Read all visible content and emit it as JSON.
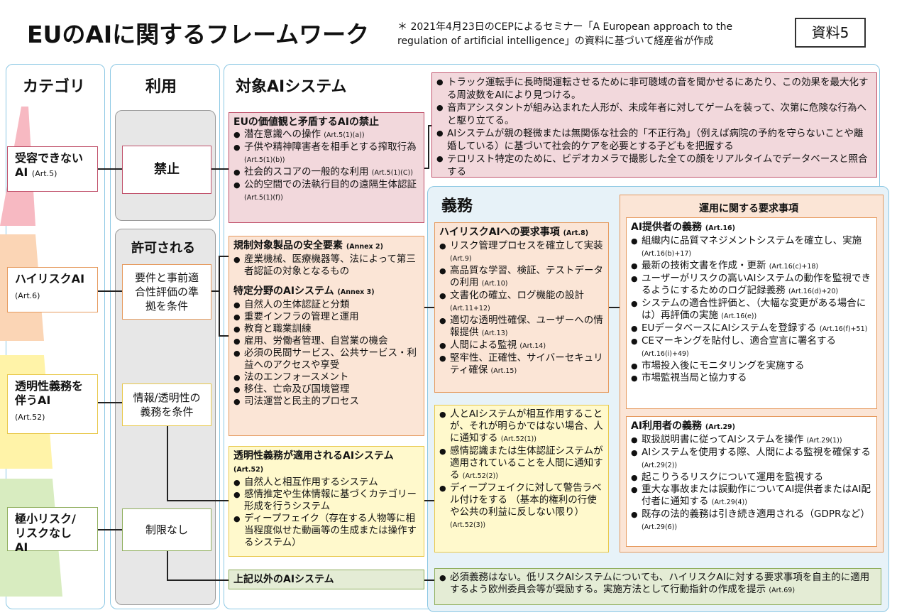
{
  "header": {
    "title": "EUのAIに関するフレームワーク",
    "note": "＊ 2021年4月23日のCEPによるセミナー「A European approach to the regulation of artificial intelligence」の資料に基づいて経産省が作成",
    "badge": "資料5"
  },
  "columns": {
    "category": "カテゴリ",
    "usage": "利用",
    "target": "対象AIシステム",
    "duty": "義務"
  },
  "categories": [
    {
      "label": "受容できないAI",
      "art": "(Art.5)"
    },
    {
      "label": "ハイリスクAI",
      "art": "(Art.6)"
    },
    {
      "label": "透明性義務を伴うAI",
      "art": "(Art.52)"
    },
    {
      "label": "極小リスク/リスクなしAI"
    }
  ],
  "usage": {
    "ban": "禁止",
    "permitted": "許可される",
    "cond1": "要件と事前適合性評価の準拠を条件",
    "cond2": "情報/透明性の義務を条件",
    "none": "制限なし"
  },
  "prohibited": {
    "title": "EUの価値観と矛盾するAIの禁止",
    "items": [
      {
        "text": "潜在意識への操作",
        "art": "(Art.5(1)(a))"
      },
      {
        "text": "子供や精神障害者を相手とする搾取行為",
        "art": "(Art.5(1)(b))"
      },
      {
        "text": "社会的スコアの一般的な利用",
        "art": "(Art.5(1)(C))"
      },
      {
        "text": "公的空間での法執行目的の遠隔生体認証",
        "art": "(Art.5(1)(f))"
      }
    ],
    "examples": [
      "トラック運転手に長時間運転させるために非可聴域の音を聞かせるにあたり、この効果を最大化する周波数をAIにより見つける。",
      "音声アシスタントが組み込まれた人形が、未成年者に対してゲームを装って、次第に危険な行為へと駆り立てる。",
      "AIシステムが親の軽微または無関係な社会的「不正行為」（例えば病院の予約を守らないことや離婚している）に基づいて社会的ケアを必要とする子どもを把握する",
      "テロリスト特定のために、ビデオカメラで撮影した全ての顔をリアルタイムでデータベースと照合する"
    ]
  },
  "highrisk": {
    "safety_title": "規制対象製品の安全要素",
    "safety_art": "(Annex 2)",
    "safety_items": [
      "産業機械、医療機器等、法によって第三者認証の対象となるもの"
    ],
    "sector_title": "特定分野のAIシステム",
    "sector_art": "(Annex 3)",
    "sector_items": [
      "自然人の生体認証と分類",
      "重要インフラの管理と運用",
      "教育と職業訓練",
      "雇用、労働者管理、自営業の機会",
      "必須の民間サービス、公共サービス・利益へのアクセスや享受",
      "法のエンフォースメント",
      "移住、亡命及び国境管理",
      "司法運営と民主的プロセス"
    ],
    "req_title": "ハイリスクAIへの要求事項",
    "req_art": "(Art.8)",
    "req_items": [
      {
        "text": "リスク管理プロセスを確立して実装",
        "art": "(Art.9)"
      },
      {
        "text": "高品質な学習、検証、テストデータの利用",
        "art": "(Art.10)"
      },
      {
        "text": "文書化の確立、ログ機能の設計",
        "art": "(Art.11+12)"
      },
      {
        "text": "適切な透明性確保、ユーザーへの情報提供",
        "art": "(Art.13)"
      },
      {
        "text": "人間による監視",
        "art": "(Art.14)"
      },
      {
        "text": "堅牢性、正確性、サイバーセキュリティ確保",
        "art": "(Art.15)"
      }
    ]
  },
  "operation": {
    "title": "運用に関する要求事項",
    "provider_title": "AI提供者の義務",
    "provider_art": "(Art.16)",
    "provider_items": [
      {
        "text": "組織内に品質マネジメントシステムを確立し、実施",
        "art": "(Art.16(b)+17)"
      },
      {
        "text": "最新の技術文書を作成・更新",
        "art": "(Art.16(c)+18)"
      },
      {
        "text": "ユーザーがリスクの高いAIシステムの動作を監視できるようにするためのログ記録義務",
        "art": "(Art.16(d)+20)"
      },
      {
        "text": "システムの適合性評価と、（大幅な変更がある場合には）再評価の実施",
        "art": "(Art.16(e))"
      },
      {
        "text": "EUデータベースにAIシステムを登録する",
        "art": "(Art.16(f)+51)"
      },
      {
        "text": "CEマーキングを貼付し、適合宣言に署名する",
        "art": "(Art.16(i)+49)"
      },
      {
        "text": "市場投入後にモニタリングを実施する",
        "art": ""
      },
      {
        "text": "市場監視当局と協力する",
        "art": ""
      }
    ],
    "user_title": "AI利用者の義務",
    "user_art": "(Art.29)",
    "user_items": [
      {
        "text": "取扱説明書に従ってAIシステムを操作",
        "art": "(Art.29(1))"
      },
      {
        "text": "AIシステムを使用する際、人間による監視を確保する",
        "art": "(Art.29(2))"
      },
      {
        "text": "起こりうるリスクについて運用を監視する",
        "art": ""
      },
      {
        "text": "重大な事故または誤動作についてAI提供者またはAI配付者に通知する",
        "art": "(Art.29(4))"
      },
      {
        "text": "既存の法的義務は引き続き適用される（GDPRなど）",
        "art": "(Art.29(6))"
      }
    ]
  },
  "transparency": {
    "title": "透明性義務が適用されるAIシステム",
    "art": "(Art.52)",
    "items": [
      "自然人と相互作用するシステム",
      "感情推定や生体情報に基づくカテゴリー形成を行うシステム",
      "ディープフェイク（存在する人物等に相当程度似せた動画等の生成または操作するシステム）"
    ],
    "duties": [
      {
        "text": "人とAIシステムが相互作用することが、それが明らかではない場合、人に通知する",
        "art": "(Art.52(1))"
      },
      {
        "text": "感情認識または生体認証システムが適用されていることを人間に通知する",
        "art": "(Art.52(2))"
      },
      {
        "text": "ディープフェイクに対して警告ラベル付けをする （基本的権利の行使や公共の利益に反しない限り）",
        "art": "(Art.52(3))"
      }
    ]
  },
  "other": {
    "title": "上記以外のAIシステム",
    "text": "必須義務はない。低リスクAIシステムについても、ハイリスクAIに対する要求事項を自主的に適用するよう欧州委員会等が奨励する。実施方法として行動指針の作成を提示",
    "art": "(Art.69)"
  },
  "colors": {
    "pink": "#f2d8dc",
    "peach": "#fbe5d6",
    "yellow": "#fff9cc",
    "green": "#e4ecd5",
    "frame": "#8cc8e4"
  }
}
